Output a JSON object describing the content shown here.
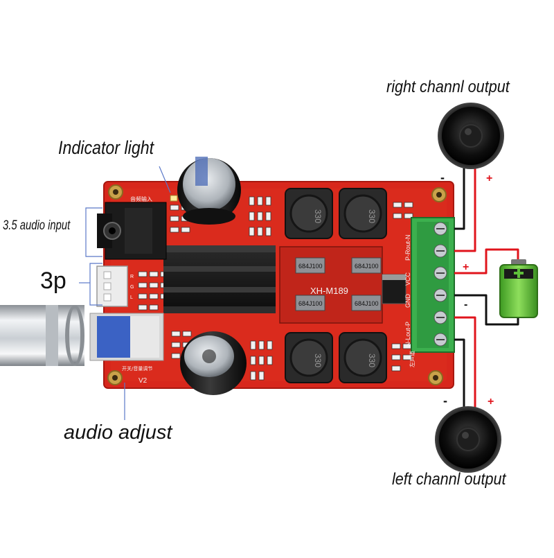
{
  "labels": {
    "right_output": "right channl output",
    "left_output": "left channl output",
    "indicator": "Indicator light",
    "audio_input": "3.5 audio input",
    "three_p": "3p",
    "audio_adjust": "audio adjust"
  },
  "board": {
    "model": "XH-M189",
    "silk_input": "音频输入",
    "silk_switch": "开关/音量调节",
    "silk_left": "左声道",
    "silk_v2": "V2",
    "gnd": "GND",
    "vcc": "VCC",
    "p_rout_n": "P-Rout-N",
    "n_lout_p": "N-Lout-P",
    "pin_labels": [
      "R",
      "G",
      "L"
    ]
  },
  "inductors": [
    "330",
    "330",
    "330",
    "330"
  ],
  "capacitors": [
    "684J100",
    "684J100",
    "684J100",
    "684J100"
  ],
  "polarity": {
    "plus": "+",
    "minus": "-"
  },
  "colors": {
    "pcb": "#d8271c",
    "heatsink": "#161616",
    "terminal": "#3cb04e",
    "wire_red": "#e0141c",
    "wire_black": "#111111",
    "battery": "#5fbf3a"
  }
}
